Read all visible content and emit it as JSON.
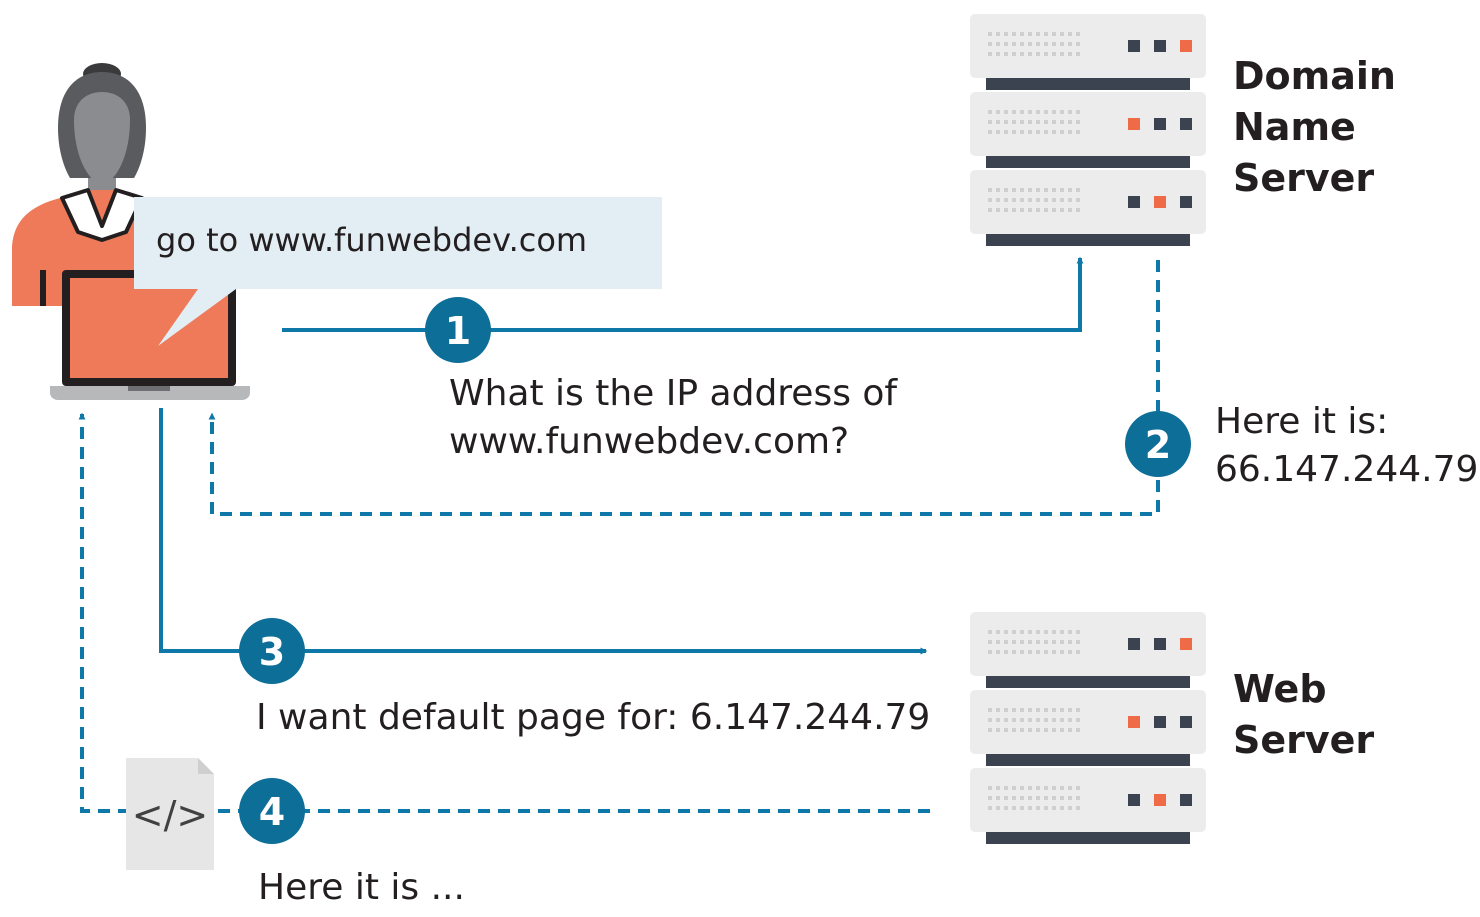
{
  "colors": {
    "flow_line": "#0e78a8",
    "step_circle": "#0d6e98",
    "person_shirt": "#ef7a5a",
    "person_head": "#6d6e71",
    "bubble": "#e3edf4",
    "server_light": "#ececec",
    "server_dark": "#3b4350",
    "server_accent": "#ef6b48",
    "document": "#e6e6e6"
  },
  "icons": {
    "user": "person-with-laptop-icon",
    "dns_server": "server-rack-icon",
    "web_server": "server-rack-icon",
    "html_document": "code-document-icon"
  },
  "speech_bubble": {
    "text": "go to www.funwebdev.com"
  },
  "dns_server": {
    "title_lines": [
      "Domain",
      "Name",
      "Server"
    ]
  },
  "web_server": {
    "title_lines": [
      "Web",
      "Server"
    ]
  },
  "steps": [
    {
      "number": "1",
      "lines": [
        "What is the IP address of",
        "www.funwebdev.com?"
      ]
    },
    {
      "number": "2",
      "lines": [
        "Here it is:",
        "66.147.244.79"
      ]
    },
    {
      "number": "3",
      "lines": [
        "I want default page for: 6.147.244.79"
      ]
    },
    {
      "number": "4",
      "lines": [
        "Here it is ..."
      ]
    }
  ],
  "document_symbol": "</>"
}
